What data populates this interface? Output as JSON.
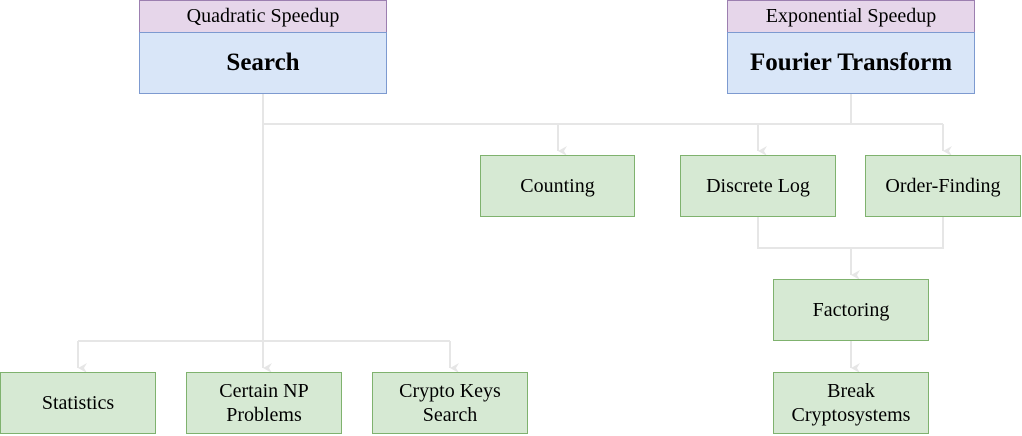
{
  "left_group": {
    "tag": "Quadratic Speedup",
    "title": "Search",
    "children": [
      "Statistics",
      "Certain NP Problems",
      "Crypto Keys Search"
    ]
  },
  "right_group": {
    "tag": "Exponential Speedup",
    "title": "Fourier Transform",
    "children": [
      "Counting",
      "Discrete Log",
      "Order-Finding"
    ]
  },
  "factoring": "Factoring",
  "break_cryptosystems": "Break Cryptosystems",
  "colors": {
    "tag_fill": "#e6d6ea",
    "tag_border": "#9c7fb0",
    "head_fill": "#d9e6f8",
    "head_border": "#7d9ad0",
    "node_fill": "#d6e9d3",
    "node_border": "#7fb26e",
    "edge": "#e6e6e6"
  }
}
